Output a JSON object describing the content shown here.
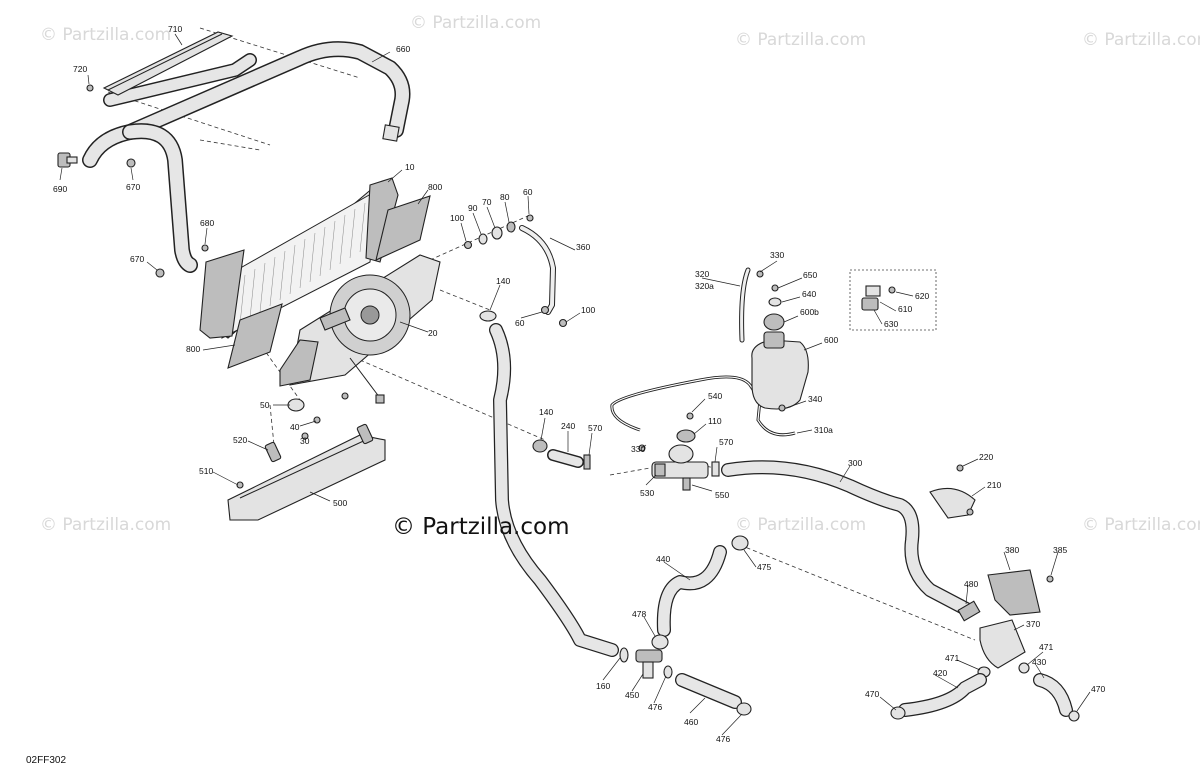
{
  "diagram": {
    "code": "02FF302",
    "watermark_text": "© Partzilla.com",
    "callouts": {
      "c710": "710",
      "c720": "720",
      "c660": "660",
      "c690": "690",
      "c670a": "670",
      "c680": "680",
      "c670b": "670",
      "c10": "10",
      "c800a": "800",
      "c90": "90",
      "c70": "70",
      "c80": "80",
      "c60a": "60",
      "c100a": "100",
      "c360": "360",
      "c140a": "140",
      "c60b": "60",
      "c100b": "100",
      "c20": "20",
      "c800b": "800",
      "c50": "50",
      "c40": "40",
      "c30": "30",
      "c520": "520",
      "c510": "510",
      "c500": "500",
      "c140b": "140",
      "c240": "240",
      "c570a": "570",
      "c330a": "330",
      "c530": "530",
      "c540": "540",
      "c110": "110",
      "c570b": "570",
      "c550": "550",
      "c330b": "330",
      "c320": "320",
      "c320a": "320a",
      "c650": "650",
      "c640": "640",
      "c600b": "600b",
      "c600": "600",
      "c620": "620",
      "c610": "610",
      "c630": "630",
      "c340": "340",
      "c310a": "310a",
      "c300": "300",
      "c220": "220",
      "c210": "210",
      "c440": "440",
      "c475": "475",
      "c478": "478",
      "c160": "160",
      "c450": "450",
      "c476a": "476",
      "c460": "460",
      "c476b": "476",
      "c380": "380",
      "c385": "385",
      "c480": "480",
      "c370": "370",
      "c471a": "471",
      "c471b": "471",
      "c430": "430",
      "c420": "420",
      "c470a": "470",
      "c470b": "470"
    }
  }
}
